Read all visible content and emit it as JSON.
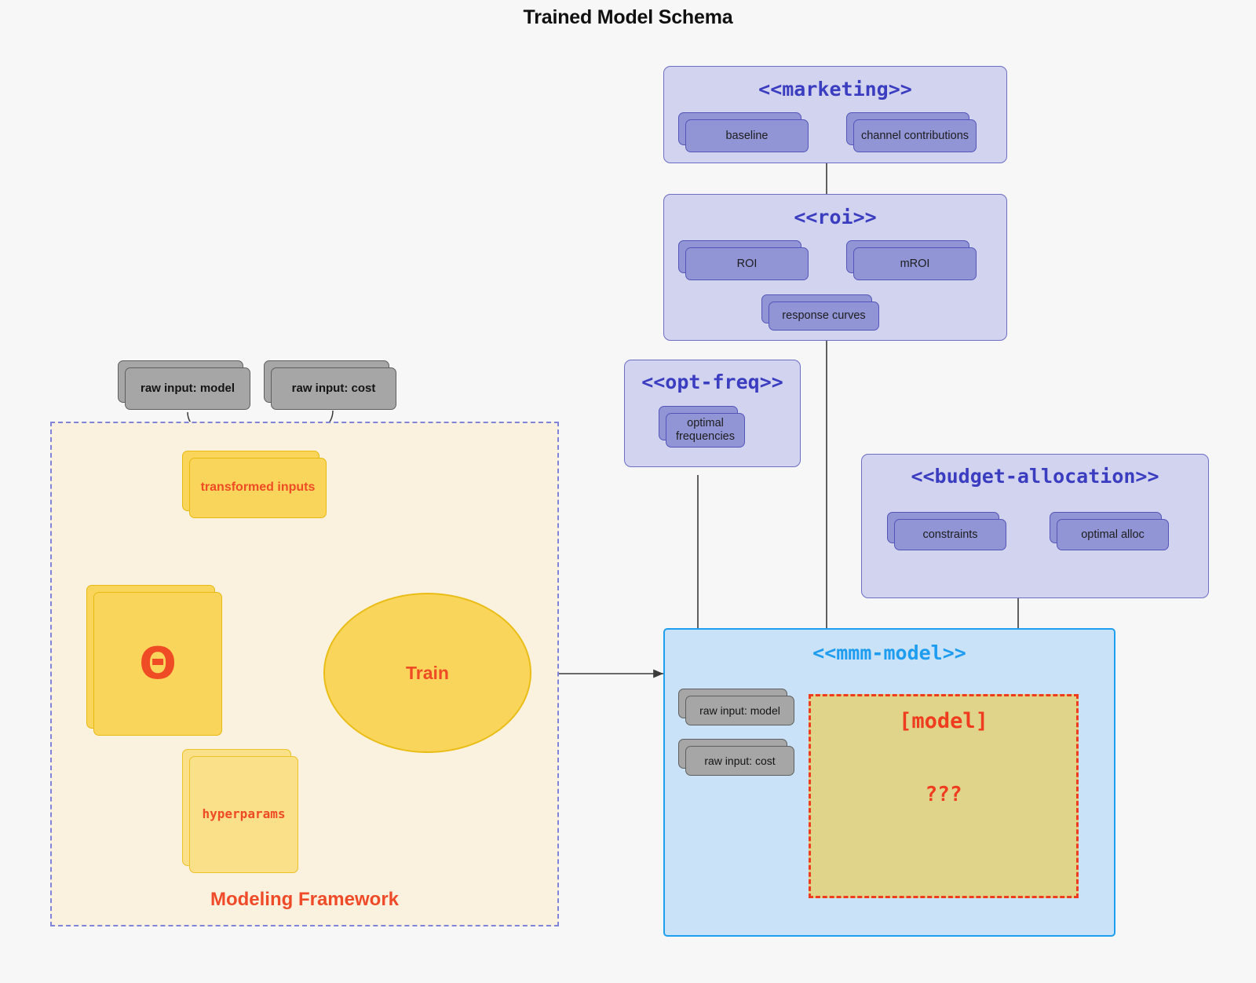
{
  "title": "Trained Model Schema",
  "packages": {
    "marketing": {
      "title": "<<marketing>>",
      "nodes": [
        {
          "label": "baseline"
        },
        {
          "label": "channel contributions"
        }
      ]
    },
    "roi": {
      "title": "<<roi>>",
      "nodes": [
        {
          "label": "ROI"
        },
        {
          "label": "mROI"
        },
        {
          "label": "response curves"
        }
      ]
    },
    "opt_freq": {
      "title": "<<opt-freq>>",
      "nodes": [
        {
          "label": "optimal\nfrequencies",
          "line1": "optimal",
          "line2": "frequencies"
        }
      ]
    },
    "budget_allocation": {
      "title": "<<budget-allocation>>",
      "nodes": [
        {
          "label": "constraints"
        },
        {
          "label": "optimal alloc"
        }
      ]
    },
    "mmm_model": {
      "title": "<<mmm-model>>",
      "inputs": [
        {
          "label": "raw input: model"
        },
        {
          "label": "raw input: cost"
        }
      ],
      "model_placeholder": {
        "label": "[model]",
        "unknown": "???"
      }
    }
  },
  "framework": {
    "label": "Modeling Framework",
    "raw_inputs": [
      {
        "label": "raw input: model"
      },
      {
        "label": "raw input: cost"
      }
    ],
    "transformed_inputs": {
      "label": "transformed inputs"
    },
    "theta": {
      "glyph": "Θ"
    },
    "hyperparams": {
      "label": "hyperparams"
    },
    "train": {
      "label": "Train"
    }
  },
  "colors": {
    "background": "#f7f7f7",
    "package_fill": "#d2d3ef",
    "package_stroke": "#6c6ec4",
    "package_title": "#3b3dc0",
    "node_purple_fill": "#9195d6",
    "node_purple_stroke": "#5356b8",
    "node_grey_fill": "#a6a6a6",
    "node_grey_stroke": "#5f5f5f",
    "node_yellow_fill": "#fad55b",
    "node_yellow_stroke": "#e8b90f",
    "framework_fill": "#faf1de",
    "framework_dash": "#7f84d8",
    "accent_red": "#f04b28",
    "mmm_fill": "#c9e2f7",
    "mmm_stroke": "#1f9ff0",
    "mmm_title": "#1d9cf0",
    "model_box_fill": "#dfd489",
    "model_box_dash": "#f03c1e",
    "connector": "#404040"
  }
}
